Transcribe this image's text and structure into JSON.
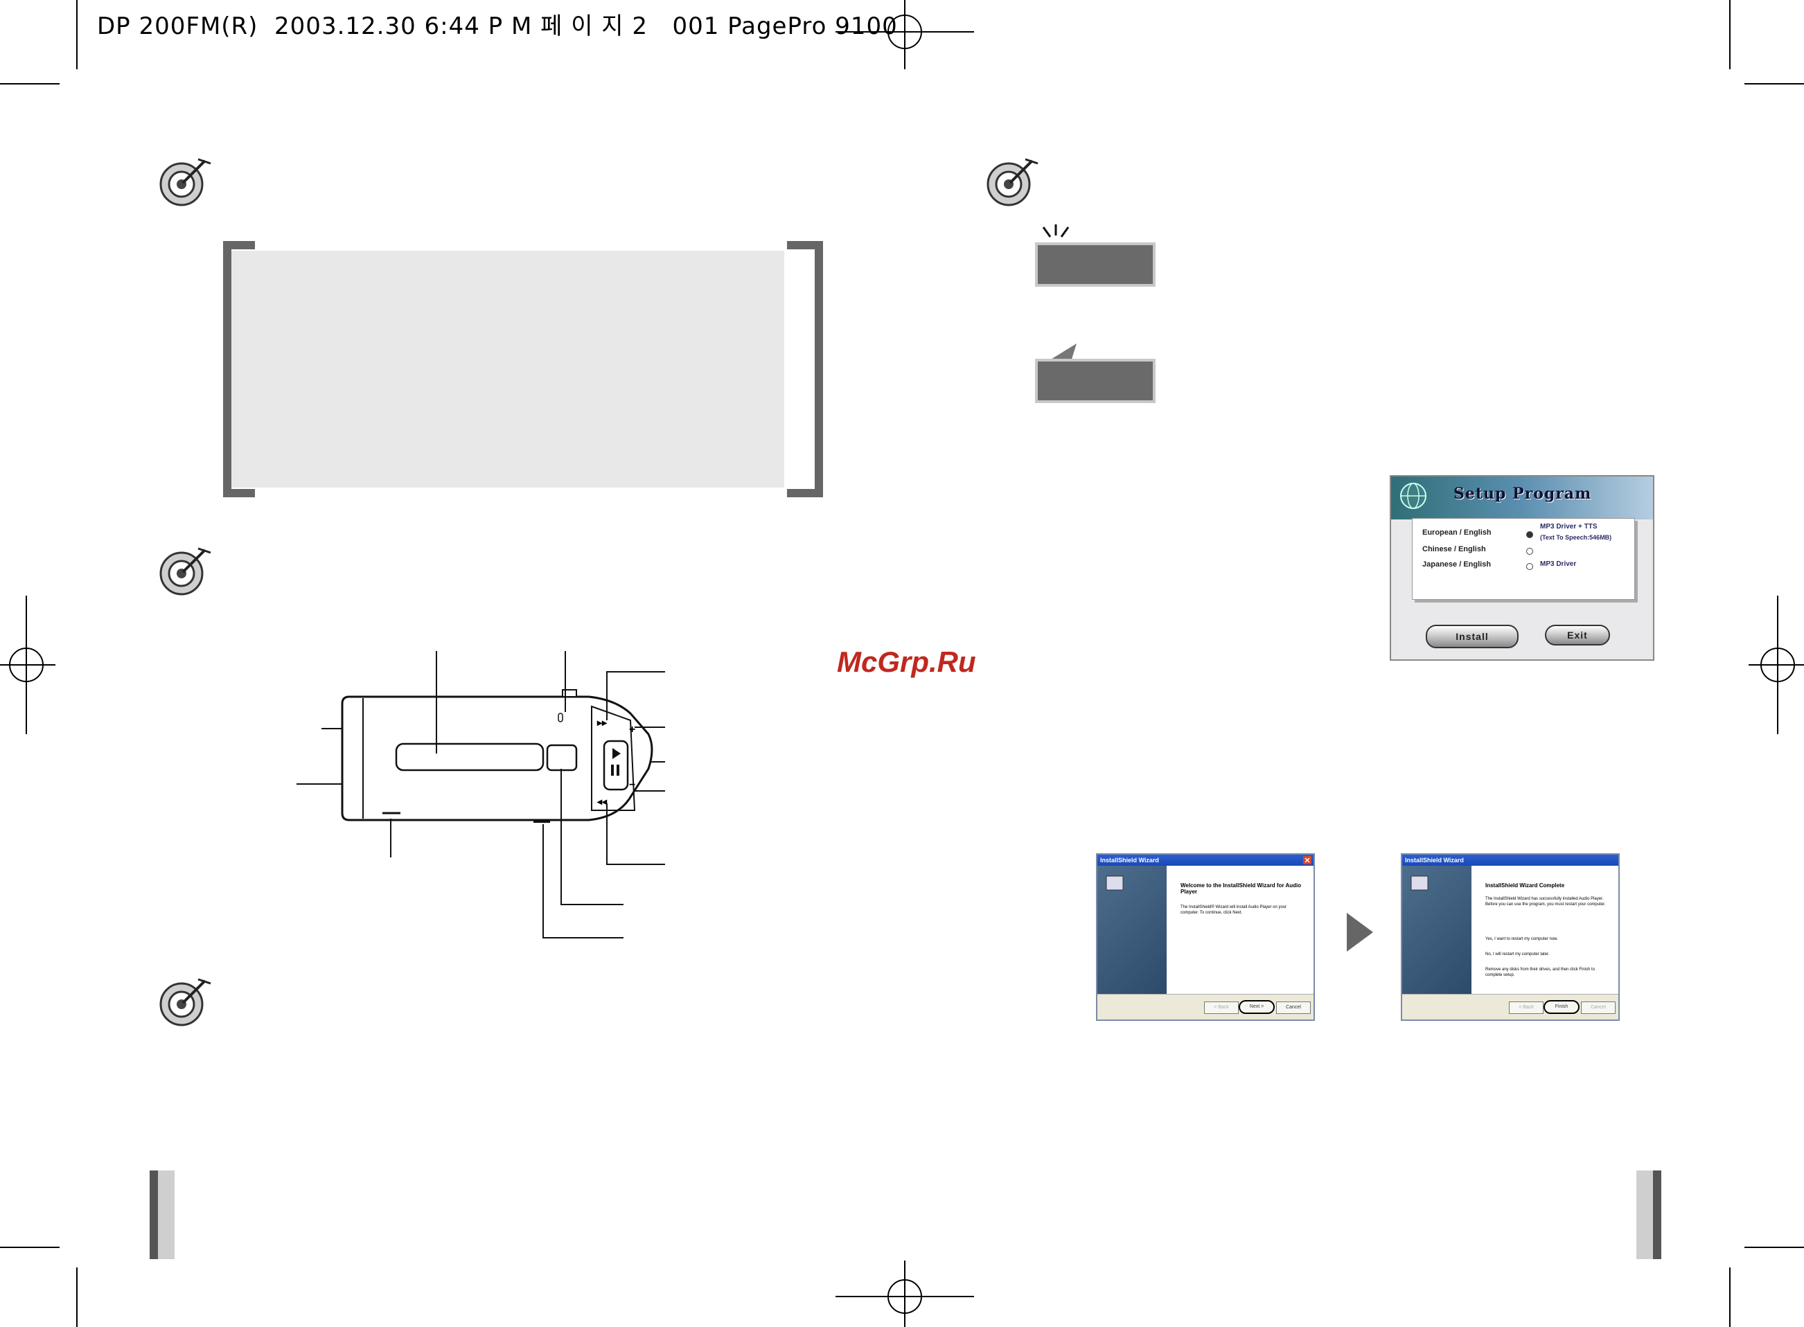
{
  "header": {
    "line": "DP 200FM(R)  2003.12.30 6:44 P M 페 이 지 2   001 PagePro 9100"
  },
  "watermark": "McGrp.Ru",
  "setup_program": {
    "title": "Setup Program",
    "options": [
      "European / English",
      "Chinese / English",
      "Japanese / English"
    ],
    "right_top": "MP3 Driver + TTS",
    "right_sub": "(Text To Speech:546MB)",
    "right_bottom": "MP3 Driver",
    "install_label": "Install",
    "exit_label": "Exit"
  },
  "wizard_welcome": {
    "title": "InstallShield Wizard",
    "heading": "Welcome to the InstallShield Wizard for Audio Player",
    "text": "The InstallShield® Wizard will install Audio Player on your computer. To continue, click Next.",
    "back": "< Back",
    "next": "Next >",
    "cancel": "Cancel"
  },
  "wizard_complete": {
    "title": "InstallShield Wizard",
    "heading": "InstallShield Wizard Complete",
    "text": "The InstallShield Wizard has successfully installed Audio Player. Before you can use the program, you must restart your computer.",
    "option1": "Yes, I want to restart my computer now.",
    "option2": "No, I will restart my computer later.",
    "text2": "Remove any disks from their drives, and then click Finish to complete setup.",
    "back": "< Back",
    "finish": "Finish",
    "cancel": "Cancel"
  },
  "icons": [
    "target-icon",
    "sparkle-icon",
    "arrow-right-icon"
  ]
}
